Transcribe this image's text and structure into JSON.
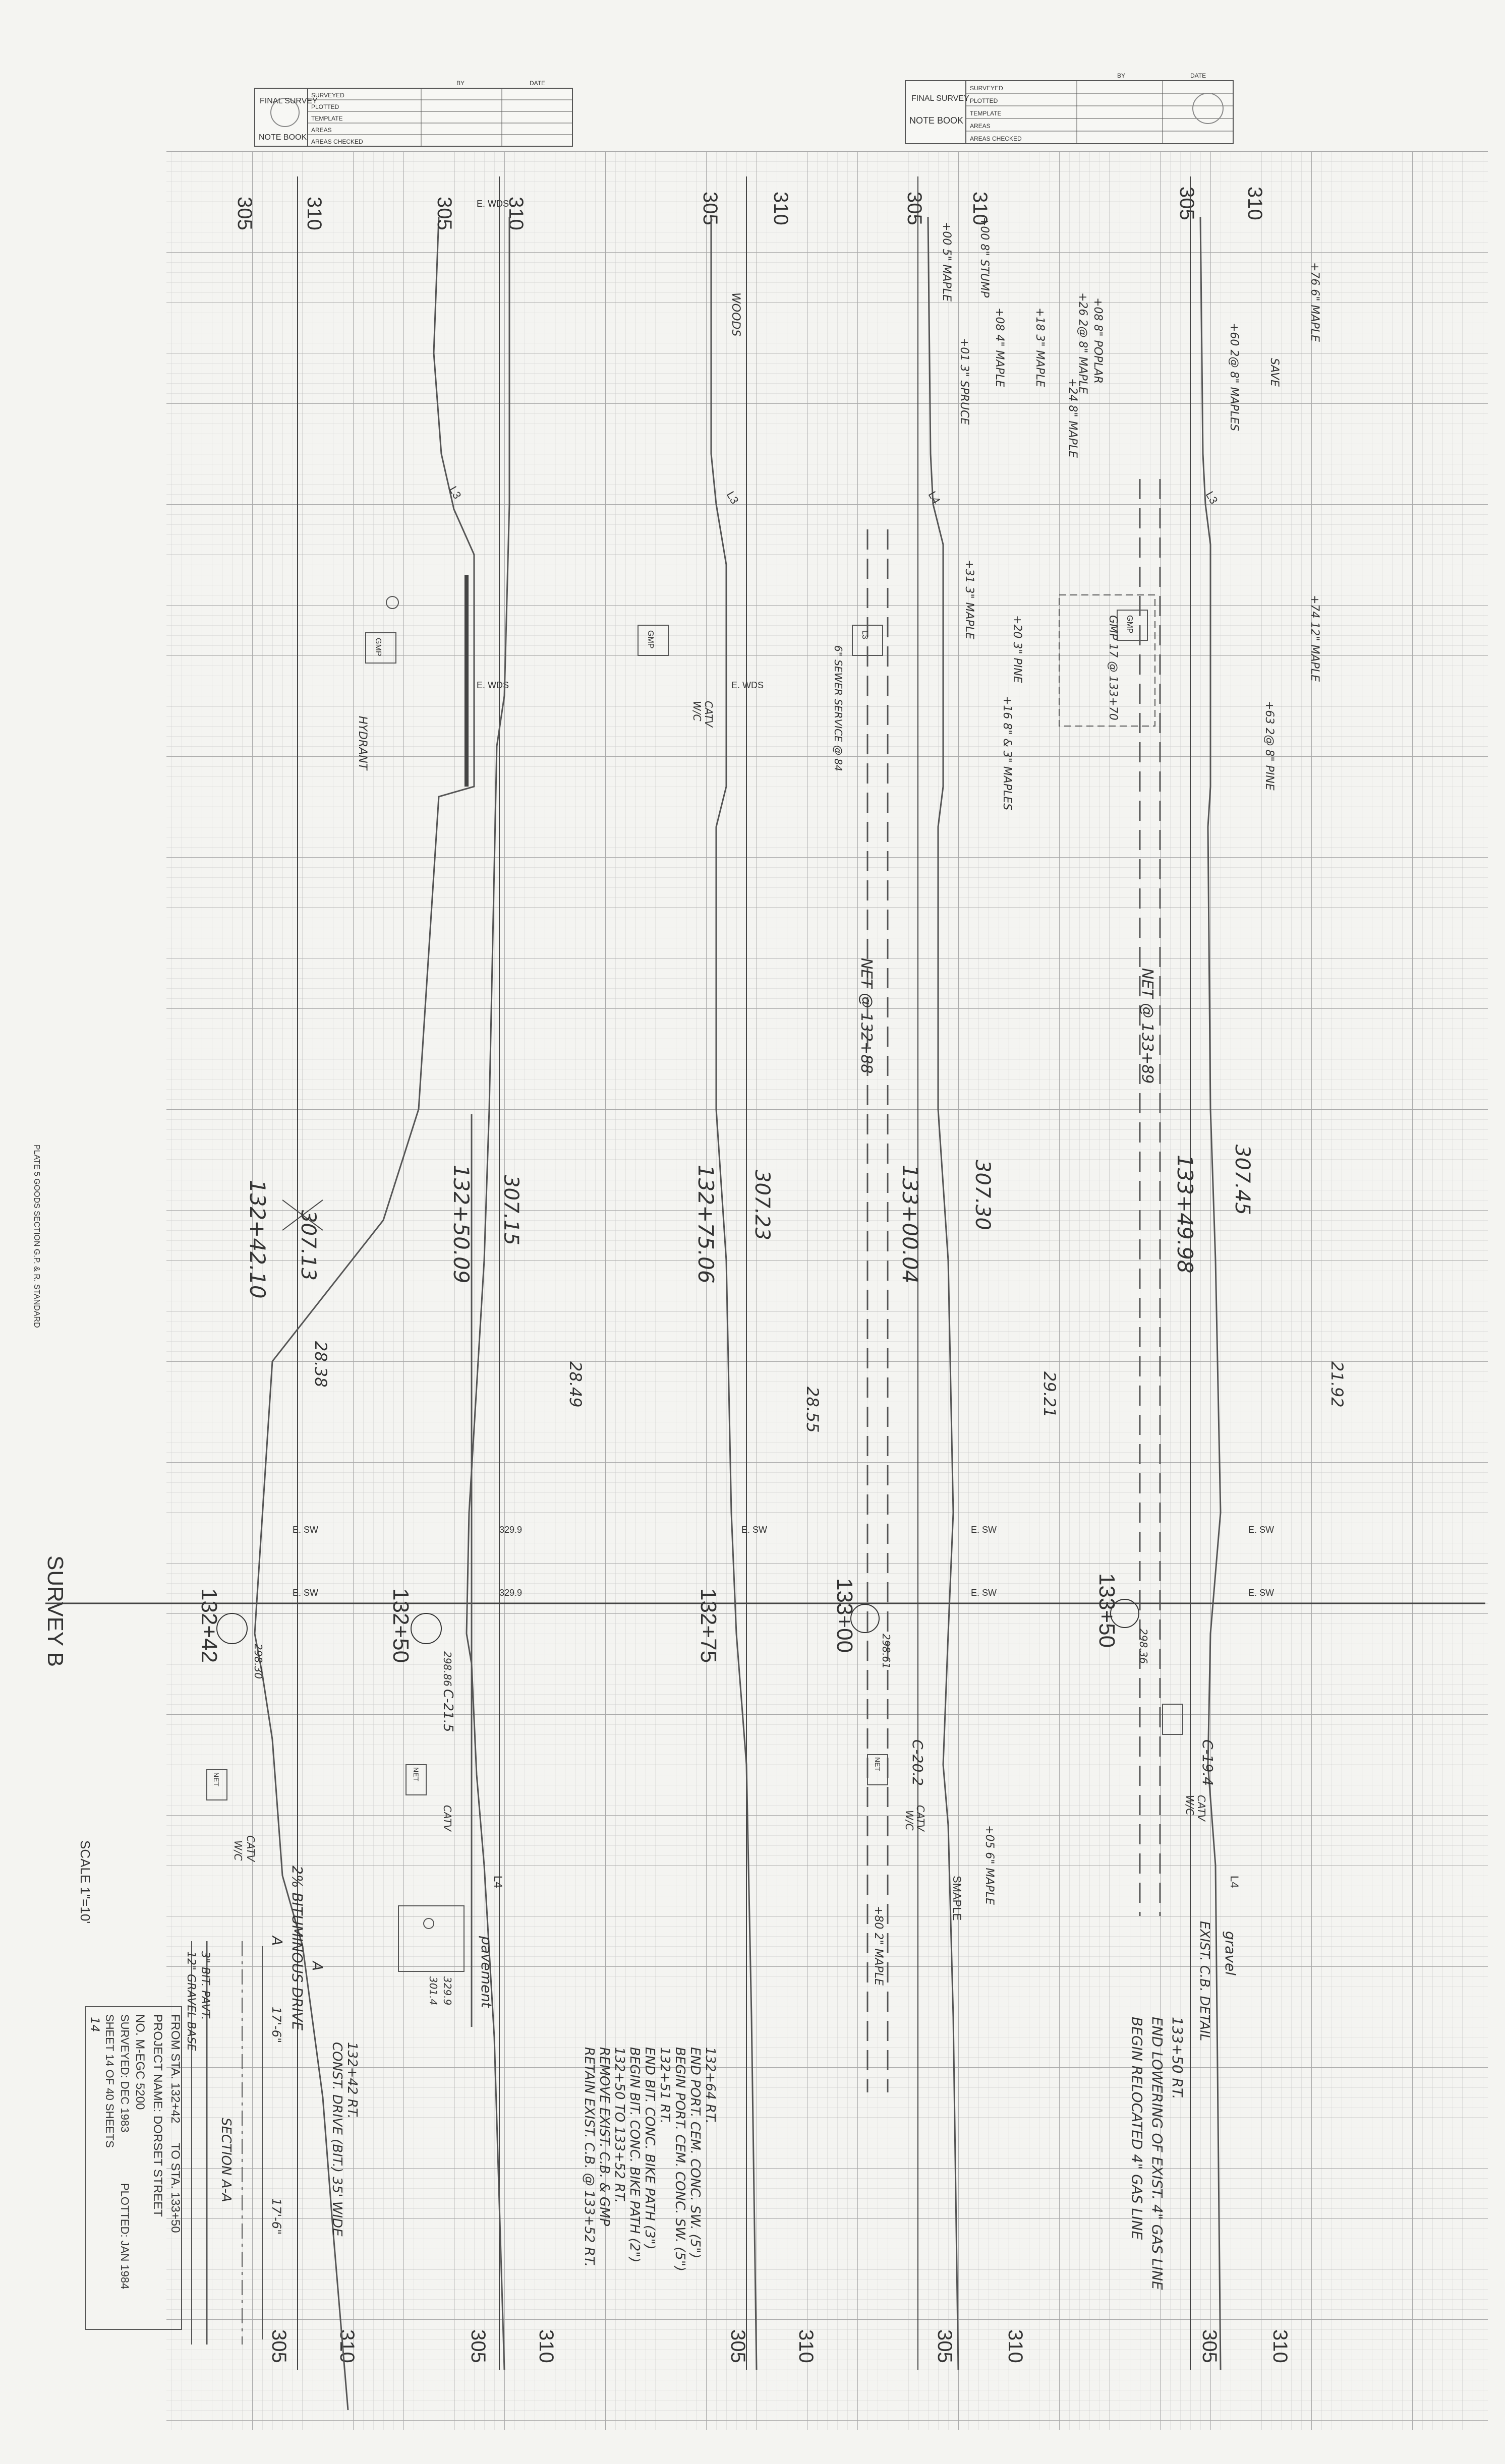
{
  "title_blocks": [
    {
      "header": "FINAL SURVEY",
      "label": "NOTE BOOK",
      "rows": [
        "SURVEYED",
        "PLOTTED",
        "TEMPLATE",
        "AREAS",
        "AREAS CHECKED"
      ],
      "cols": [
        "BY",
        "DATE"
      ]
    },
    {
      "header": "FINAL SURVEY",
      "label": "NOTE BOOK",
      "rows": [
        "SURVEYED",
        "PLOTTED",
        "TEMPLATE",
        "AREAS",
        "AREAS CHECKED"
      ],
      "cols": [
        "BY",
        "DATE"
      ]
    }
  ],
  "margin_note": "PLATE 5 GOODS SECTION G.P. & R. STANDARD",
  "survey_label": "SURVEY B",
  "scale_label": "SCALE 1\"=10'",
  "sections": [
    {
      "station": "132+42",
      "left_elev": "305",
      "right_elev": "310",
      "cl_elev": "307.13",
      "cl_dist": "132+42.10",
      "dim": "28.38",
      "ground_ref": "298.30",
      "notes": [
        "E. WDS",
        "GMP",
        "E. WDS",
        "E. SW",
        "NET",
        "CATV",
        "W/C",
        "L3",
        "HYDRANT"
      ]
    },
    {
      "station": "132+50",
      "left_elev": "305",
      "right_elev": "310",
      "cl_elev": "307.15",
      "cl_dist": "132+50.09",
      "dim": "28.49",
      "ground_ref": "298.86",
      "notes": [
        "C-21.5",
        "NET",
        "CATV",
        "L4",
        "pavement",
        "E. SW",
        "329.9",
        "301.4"
      ]
    },
    {
      "station": "132+75",
      "left_elev": "305",
      "right_elev": "310",
      "cl_elev": "307.23",
      "cl_dist": "132+75.06",
      "dim": "28.55",
      "ground_ref": "",
      "notes": [
        "WOODS",
        "L3",
        "GMP",
        "E. WDS",
        "CATV",
        "W/C",
        "E. SW"
      ]
    },
    {
      "station": "133+00",
      "left_elev": "305",
      "right_elev": "310",
      "cl_elev": "307.30",
      "cl_dist": "133+00.04",
      "dim": "29.21",
      "ground_ref": "298.61",
      "notes": [
        "NET @ 132+88",
        "NET",
        "C-20.2",
        "CATV",
        "W/C",
        "SMAPLE",
        "L4",
        "L3",
        "GMP",
        "E. SW"
      ]
    },
    {
      "station": "133+50",
      "left_elev": "305",
      "right_elev": "310",
      "cl_elev": "307.45",
      "cl_dist": "133+49.98",
      "dim": "21.92",
      "ground_ref": "298.36",
      "notes": [
        "NET @ 133+89",
        "GMP",
        "GMP 17 @ 133+70",
        "CATV",
        "W/C",
        "C-19.4",
        "L3",
        "L4",
        "E. SW",
        "gravel",
        "EXIST. C.B. DETAIL"
      ]
    }
  ],
  "tree_notes": [
    "+76 6\" MAPLE",
    "+60 2@ 8\" MAPLES",
    "SAVE",
    "+74 12\" MAPLE",
    "+63 2@ 8\" PINE",
    "+08 8\" POPLAR",
    "+26 2@ 8\" MAPLE",
    "+24 8\" MAPLE",
    "+18 3\" MAPLE",
    "+08 4\" MAPLE",
    "+01 3\" SPRUCE",
    "+00 8\" STUMP",
    "+00 5\" MAPLE",
    "+31 3\" MAPLE",
    "+20 3\" PINE",
    "+16 8\" & 3\" MAPLES",
    "6\" SEWER SERVICE @ 84",
    "+05 6\" MAPLE",
    "+80 2\" MAPLE"
  ],
  "notes_right": [
    "133+50 RT.",
    "END LOWERING OF EXIST. 4\" GAS LINE",
    "BEGIN RELOCATED 4\" GAS LINE"
  ],
  "notes_mid": [
    "132+64 RT.",
    "END PORT. CEM. CONC. SW. (5\")",
    "BEGIN PORT. CEM. CONC. SW. (5\")",
    "132+51 RT.",
    "END BIT. CONC. BIKE PATH (3\")",
    "BEGIN BIT. CONC. BIKE PATH (2\")",
    "132+50 TO 133+52 RT.",
    "REMOVE EXIST. C.B. & GMP",
    "RETAIN EXIST. C.B. @ 133+52 RT."
  ],
  "notes_left": [
    "132+42 RT.",
    "CONST. DRIVE (BIT.) 35' WIDE"
  ],
  "section_aa": {
    "title": "SECTION A-A",
    "labels": [
      "3\" BIT. PAVT.",
      "12\" GRAVEL BASE",
      "2% BITUMINOUS DRIVE",
      "17'-6\"",
      "17'-6\"",
      "A",
      "A"
    ]
  },
  "title_block": {
    "from_station": "FROM STA. 132+42",
    "to_station": "TO STA. 133+50",
    "project": "PROJECT NAME: DORSET STREET",
    "project_no": "NO. M-EGC 5200",
    "surveyed": "SURVEYED: DEC 1983",
    "plotted": "PLOTTED: JAN 1984",
    "sheet": "SHEET 14 OF 40 SHEETS",
    "page": "14"
  },
  "colors": {
    "paper": "#f4f4f1",
    "grid_minor": "#cfcfcf",
    "grid_major": "#a9a9a9",
    "ink": "#4a4a4a"
  }
}
